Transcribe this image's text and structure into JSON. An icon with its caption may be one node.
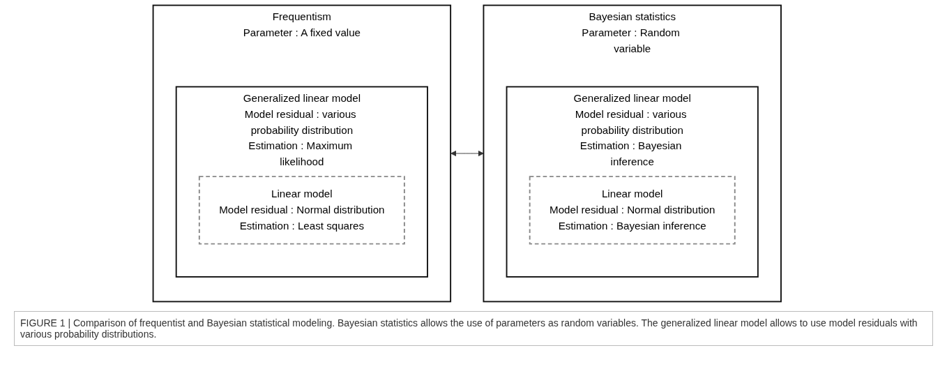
{
  "diagram": {
    "caption": "FIGURE 1 | Comparison of frequentist and Bayesian statistical modeling. Bayesian statistics allows the use of parameters as random variables. The generalized linear model allows to use model residuals with various probability distributions.",
    "nodes": [
      {
        "text": [
          "Frequentism",
          "Parameter : A fixed value"
        ]
      },
      {
        "text": [
          "Generalized linear model",
          "Model residual : various probability distribution",
          "Estimation : Maximum likelihood"
        ],
        "in": 0
      },
      {
        "text": [
          "Linear model",
          "Model residual : Normal distribution",
          "Estimation : Least squares"
        ],
        "in": 1
      },
      {
        "text": [
          "Bayesian statistics",
          "Parameter : Random variable"
        ]
      },
      {
        "text": [
          "Generalized linear model",
          "Model residual : various probability distribution",
          "Estimation : Bayesian inference"
        ],
        "in": 3
      },
      {
        "text": [
          "Linear model",
          "Model residual : Normal distribution",
          "Estimation : Bayesian inference"
        ],
        "in": 4
      }
    ],
    "edges": [
      {
        "from": 0,
        "to": 3,
        "arrow": "both"
      }
    ]
  }
}
